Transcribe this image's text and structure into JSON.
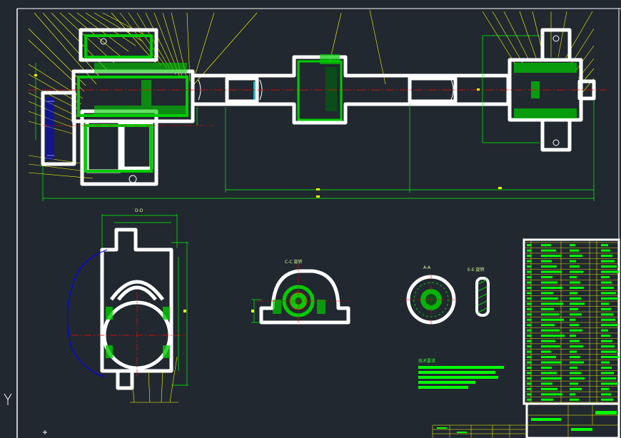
{
  "colors": {
    "background": "#212830",
    "outline": "#ffffff",
    "leader": "#ffff00",
    "dimension": "#00ff00",
    "centerline": "#ff0000",
    "hatch": "#00cc00",
    "highlight": "#00ffff",
    "profile": "#0000ff"
  },
  "labels": {
    "tech_requirements_title": "技术要求",
    "view_dd": "D-D",
    "view_cc": "C-C 旋转",
    "view_aa": "A-A",
    "view_ee": "E-E 旋转"
  },
  "icons": {
    "ucs": "ucs-axis-icon"
  }
}
